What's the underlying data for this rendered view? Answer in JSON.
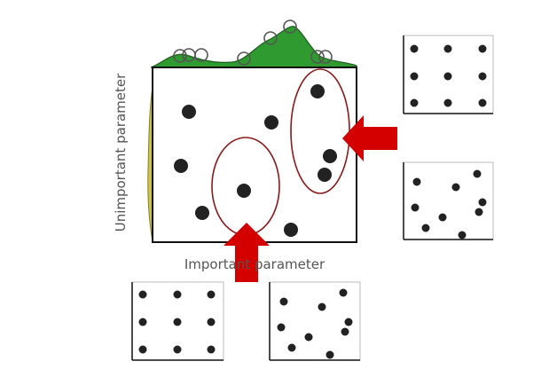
{
  "diagram": {
    "x_axis_label": "Important parameter",
    "y_axis_label": "Unimportant parameter",
    "colors": {
      "top_marginal_fill": "#2f9a2f",
      "side_marginal_fill": "#cfc44a",
      "points": "#222222",
      "ellipse_stroke": "#8b1a1a",
      "arrow_fill": "#d40000",
      "frame": "#111111"
    },
    "panels": [
      "grid-search-2d",
      "random-search-2d",
      "grid-search-important-axis",
      "random-search-important-axis"
    ]
  }
}
